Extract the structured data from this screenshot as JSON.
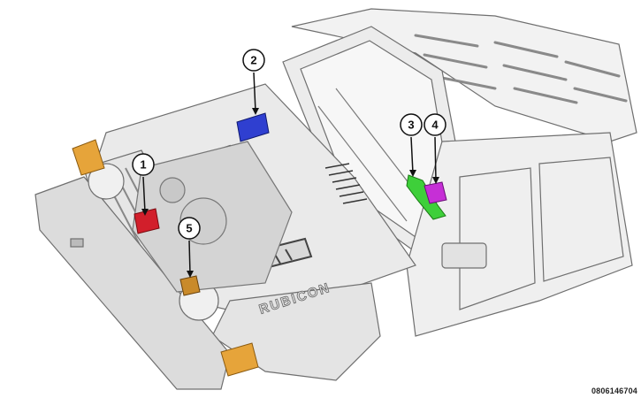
{
  "diagram": {
    "figure_id": "0806146704",
    "emblem_text": "RUBICON",
    "callouts": [
      {
        "number": "1",
        "color": "#d21f2b"
      },
      {
        "number": "2",
        "color": "#2f3fd0"
      },
      {
        "number": "3",
        "color": "#3ecf3a"
      },
      {
        "number": "4",
        "color": "#c62fd6"
      },
      {
        "number": "5",
        "color": "#c98a2a"
      }
    ],
    "headlamp_color": "#e6a43a"
  }
}
